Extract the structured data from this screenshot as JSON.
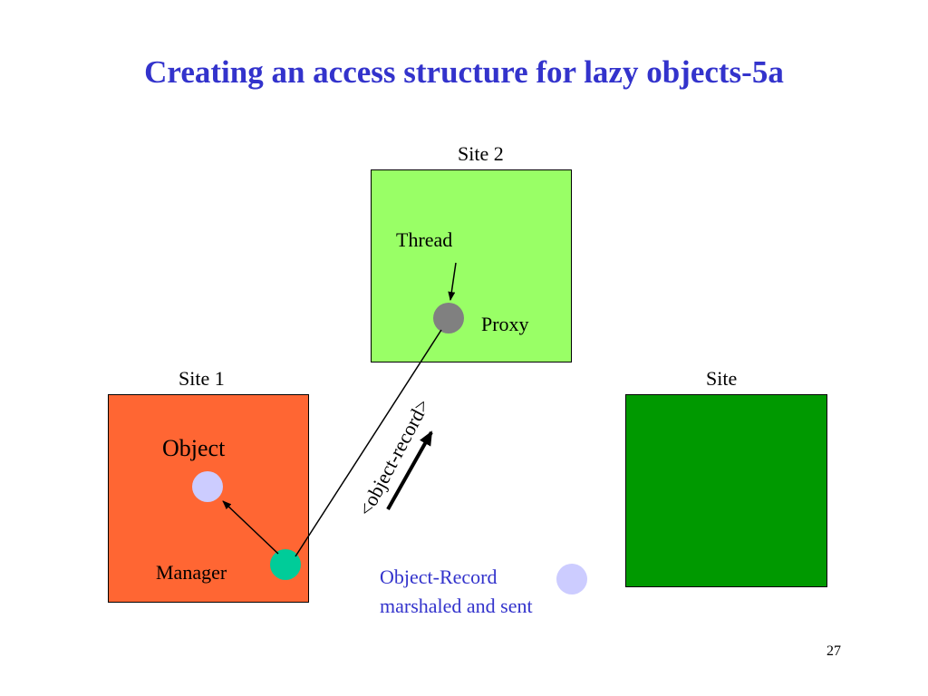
{
  "title": "Creating an access structure for lazy objects-5a",
  "colors": {
    "title": "#3333cc",
    "caption": "#3333cc",
    "site1_fill": "#ff6633",
    "site2_fill": "#99ff66",
    "site3_fill": "#009900",
    "object_dot": "#ccccff",
    "manager_dot": "#00cc99",
    "proxy_dot": "#808080",
    "record_dot": "#ccccff"
  },
  "sites": {
    "site1": {
      "label": "Site 1"
    },
    "site2": {
      "label": "Site 2"
    },
    "site3": {
      "label": "Site"
    }
  },
  "nodes": {
    "object": "Object",
    "manager": "Manager",
    "thread": "Thread",
    "proxy": "Proxy"
  },
  "message_label": "<object-record>",
  "caption": {
    "line1": "Object-Record",
    "line2": "marshaled and sent"
  },
  "page_number": "27"
}
